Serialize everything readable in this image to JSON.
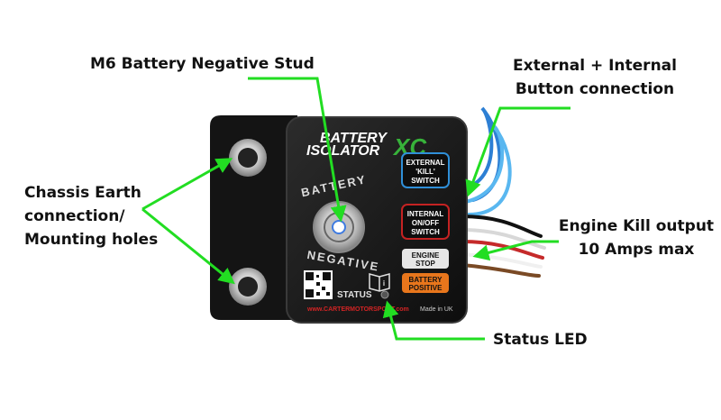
{
  "callouts": {
    "stud": "M6 Battery Negative Stud",
    "button_line1": "External + Internal",
    "button_line2": "Button connection",
    "chassis_line1": "Chassis Earth",
    "chassis_line2": "connection/",
    "chassis_line3": "Mounting holes",
    "kill_line1": "Engine Kill output",
    "kill_line2": "10 Amps max",
    "status_led": "Status LED"
  },
  "device": {
    "brand_line1": "BATTERY",
    "brand_line2": "ISOLATOR",
    "brand_suffix": "XC",
    "ring_top": "BATTERY",
    "ring_bottom": "NEGATIVE",
    "ext_line1": "EXTERNAL",
    "ext_line2": "'KILL'",
    "ext_line3": "SWITCH",
    "int_line1": "INTERNAL",
    "int_line2": "ON/OFF",
    "int_line3": "SWITCH",
    "engine_line1": "ENGINE",
    "engine_line2": "STOP",
    "batt_line1": "BATTERY",
    "batt_line2": "POSITIVE",
    "status_label": "STATUS",
    "website": "www.CARTERMOTORSPORT.com",
    "made_in": "Made in UK"
  },
  "colors": {
    "arrow": "#22dd22",
    "ext_border": "#2f8fd8",
    "int_border": "#c42222",
    "engine_fill": "#e6e6e6",
    "batt_fill": "#e8761c",
    "brand_green": "#37b23a"
  }
}
